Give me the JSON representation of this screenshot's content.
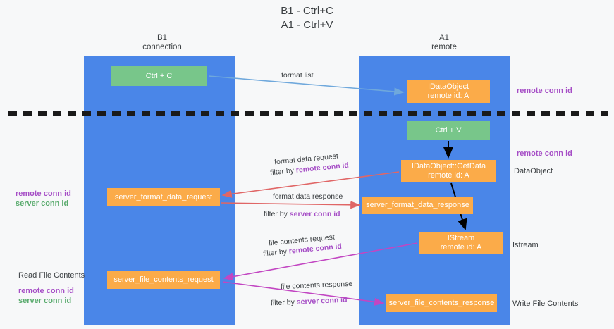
{
  "title": "B1 - Ctrl+C\nA1 - Ctrl+V",
  "colors": {
    "lane": "#4a86e8",
    "green_node": "#78c68a",
    "orange_node": "#fbab49",
    "purple_text": "#a64ec6",
    "green_text": "#5aab6e",
    "blue_arrow": "#6fa8dc",
    "red_arrow": "#e06666",
    "magenta_arrow": "#c246c2",
    "black_arrow": "#000000",
    "background": "#f7f8f9"
  },
  "columns": [
    {
      "id": "b1",
      "header": "B1\nconnection"
    },
    {
      "id": "a1",
      "header": "A1\nremote"
    }
  ],
  "nodes": {
    "ctrl_c": "Ctrl + C",
    "idataobject": "IDataObject\nremote id: A",
    "ctrl_v": "Ctrl + V",
    "getdata": "IDataObject::GetData\nremote id: A",
    "server_format_data_request": "server_format_data_request",
    "server_format_data_response": "server_format_data_response",
    "istream": "IStream\nremote id: A",
    "server_file_contents_request": "server_file_contents_request",
    "server_file_contents_response": "server_file_contents_response"
  },
  "edge_labels": {
    "format_list": "format list",
    "format_data_request": "format data request",
    "format_data_request_filter_prefix": "filter by ",
    "format_data_request_filter_key": "remote conn id",
    "format_data_response": "format data response",
    "format_data_response_filter_prefix": "filter by ",
    "format_data_response_filter_key": "server conn id",
    "file_contents_request": "file contents request",
    "file_contents_request_filter_prefix": "filter by ",
    "file_contents_request_filter_key": "remote conn id",
    "file_contents_response": "file contents response",
    "file_contents_response_filter_prefix": "filter by ",
    "file_contents_response_filter_key": "server conn id"
  },
  "annotations": {
    "right_remote_conn_id_top": "remote conn id",
    "right_remote_conn_id_mid": "remote conn id",
    "right_dataobject": "DataObject",
    "right_istream": "Istream",
    "right_write_file_contents": "Write File Contents",
    "left_remote_conn_id_1": "remote conn id",
    "left_server_conn_id_1": "server conn id",
    "left_read_file_contents": "Read File Contents",
    "left_remote_conn_id_2": "remote conn id",
    "left_server_conn_id_2": "server conn id"
  }
}
